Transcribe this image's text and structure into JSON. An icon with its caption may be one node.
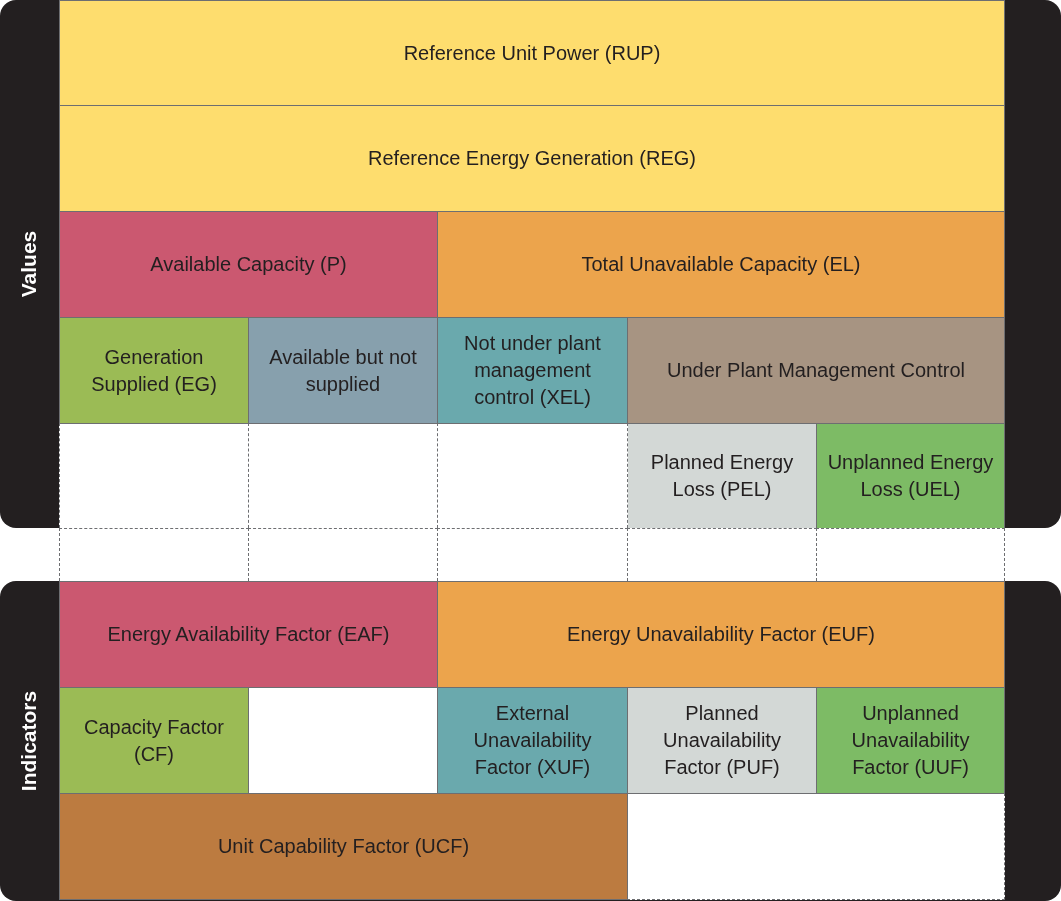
{
  "diagram": {
    "nodes": [
      {
        "text": [
          "Values"
        ]
      },
      {
        "text": [
          "Reference Unit Power (RUP)"
        ],
        "in": 0
      },
      {
        "text": [
          "Reference Energy Generation (REG)"
        ],
        "in": 0
      },
      {
        "text": [
          "Available Capacity (P)"
        ],
        "in": 0
      },
      {
        "text": [
          "Total Unavailable Capacity (EL)"
        ],
        "in": 0
      },
      {
        "text": [
          "Generation Supplied (EG)"
        ],
        "in": 0
      },
      {
        "text": [
          "Available but not supplied"
        ],
        "in": 0
      },
      {
        "text": [
          "Not under plant management control (XEL)"
        ],
        "in": 0
      },
      {
        "text": [
          "Under Plant Management Control"
        ],
        "in": 0
      },
      {
        "text": [
          "Planned Energy Loss (PEL)"
        ],
        "in": 0
      },
      {
        "text": [
          "Unplanned Energy Loss (UEL)"
        ],
        "in": 0
      },
      {
        "text": [
          "Indicators"
        ]
      },
      {
        "text": [
          "Energy Availability Factor (EAF)"
        ],
        "in": 11
      },
      {
        "text": [
          "Energy Unavailability Factor (EUF)"
        ],
        "in": 11
      },
      {
        "text": [
          "Capacity Factor (CF)"
        ],
        "in": 11
      },
      {
        "text": [
          "External Unavailability Factor (XUF)"
        ],
        "in": 11
      },
      {
        "text": [
          "Planned Unavailability Factor (PUF)"
        ],
        "in": 11
      },
      {
        "text": [
          "Unplanned Unavailability Factor (UUF)"
        ],
        "in": 11
      },
      {
        "text": [
          "Unit Capability Factor (UCF)"
        ],
        "in": 11
      }
    ]
  }
}
